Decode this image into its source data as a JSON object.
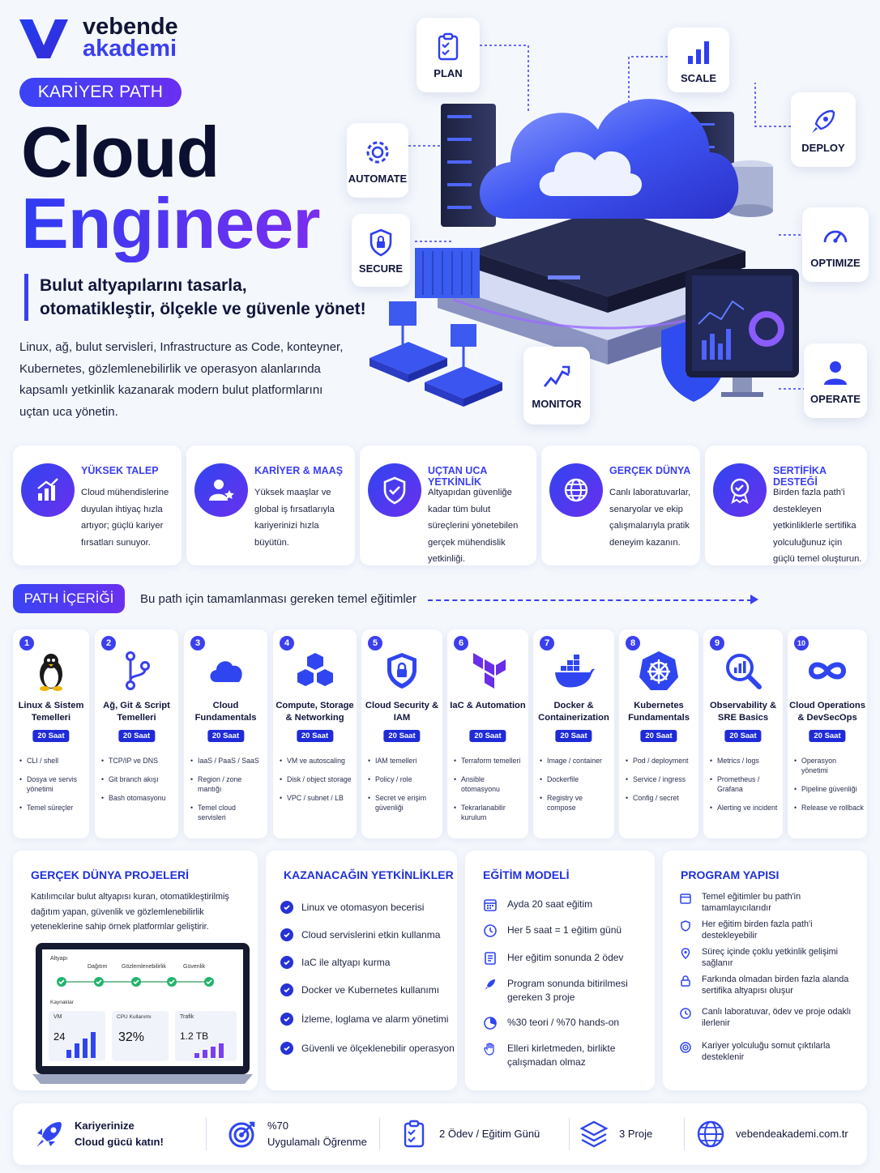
{
  "brand": {
    "line1": "vebende",
    "line2": "akademi"
  },
  "hero": {
    "pill": "KARİYER PATH",
    "title1": "Cloud",
    "title2": "Engineer",
    "tagline1": "Bulut altyapılarını tasarla,",
    "tagline2": "otomatikleştir, ölçekle ve güvenle yönet!",
    "intro": "Linux, ağ, bulut servisleri, Infrastructure as Code, konteyner, Kubernetes, gözlemlenebilirlik ve operasyon alanlarında kapsamlı yetkinlik kazanarak modern bulut platformlarını uçtan uca yönetin."
  },
  "illustration": {
    "tags": [
      "PLAN",
      "SCALE",
      "DEPLOY",
      "AUTOMATE",
      "OPTIMIZE",
      "SECURE",
      "MONITOR",
      "OPERATE"
    ]
  },
  "features": [
    {
      "title": "YÜKSEK TALEP",
      "text": "Cloud mühendislerine duyulan ihtiyaç hızla artıyor; güçlü kariyer fırsatları sunuyor.",
      "icon": "growth-chart-icon"
    },
    {
      "title": "KARİYER & MAAŞ",
      "text": "Yüksek maaşlar ve global iş fırsatlarıyla kariyerinizi hızla büyütün.",
      "icon": "user-star-icon"
    },
    {
      "title": "UÇTAN UCA YETKİNLİK",
      "text": "Altyapıdan güvenliğe kadar tüm bulut süreçlerini yönetebilen gerçek mühendislik yetkinliği.",
      "icon": "shield-check-icon"
    },
    {
      "title": "GERÇEK DÜNYA",
      "text": "Canlı laboratuvarlar, senaryolar ve ekip çalışmalarıyla pratik deneyim kazanın.",
      "icon": "globe-icon"
    },
    {
      "title": "SERTİFİKA DESTEĞİ",
      "text": "Birden fazla path'i destekleyen yetkinliklerle sertifika yolculuğunuz için güçlü temel oluşturun.",
      "icon": "badge-icon"
    }
  ],
  "path": {
    "pill": "PATH İÇERİĞİ",
    "subtitle": "Bu path için tamamlanması gereken temel eğitimler"
  },
  "courses": [
    {
      "num": "1",
      "name": "Linux & Sistem Temelleri",
      "hours": "20 Saat",
      "items": [
        "CLI / shell",
        "Dosya ve servis yönetimi",
        "Temel süreçler"
      ]
    },
    {
      "num": "2",
      "name": "Ağ, Git & Script Temelleri",
      "hours": "20 Saat",
      "items": [
        "TCP/IP ve DNS",
        "Git branch akışı",
        "Bash otomasyonu"
      ]
    },
    {
      "num": "3",
      "name": "Cloud Fundamentals",
      "hours": "20 Saat",
      "items": [
        "IaaS / PaaS / SaaS",
        "Region / zone mantığı",
        "Temel cloud servisleri"
      ]
    },
    {
      "num": "4",
      "name": "Compute, Storage & Networking",
      "hours": "20 Saat",
      "items": [
        "VM ve autoscaling",
        "Disk / object storage",
        "VPC / subnet / LB"
      ]
    },
    {
      "num": "5",
      "name": "Cloud Security & IAM",
      "hours": "20 Saat",
      "items": [
        "IAM temelleri",
        "Policy / role",
        "Secret ve erişim güvenliği"
      ]
    },
    {
      "num": "6",
      "name": "IaC & Automation",
      "hours": "20 Saat",
      "items": [
        "Terraform temelleri",
        "Ansible otomasyonu",
        "Tekrarlanabilir kurulum"
      ]
    },
    {
      "num": "7",
      "name": "Docker & Containerization",
      "hours": "20 Saat",
      "items": [
        "Image / container",
        "Dockerfile",
        "Registry ve compose"
      ]
    },
    {
      "num": "8",
      "name": "Kubernetes Fundamentals",
      "hours": "20 Saat",
      "items": [
        "Pod / deployment",
        "Service / ingress",
        "Config / secret"
      ]
    },
    {
      "num": "9",
      "name": "Observability & SRE Basics",
      "hours": "20 Saat",
      "items": [
        "Metrics / logs",
        "Prometheus / Grafana",
        "Alerting ve incident"
      ]
    },
    {
      "num": "10",
      "name": "Cloud Operations & DevSecOps",
      "hours": "20 Saat",
      "items": [
        "Operasyon yönetimi",
        "Pipeline güvenliği",
        "Release ve rollback"
      ]
    }
  ],
  "projects": {
    "title": "GERÇEK DÜNYA PROJELERİ",
    "text": "Katılımcılar bulut altyapısı kuran, otomatikleştirilmiş dağıtım yapan, güvenlik ve gözlemlenebilirlik yeteneklerine sahip örnek platformlar geliştirir.",
    "dash": {
      "pipeline_label": "Altyapı",
      "steps": [
        "Dağıtım",
        "Gözlemlenebilirlik",
        "Güvenlik"
      ],
      "resources_label": "Kaynaklar",
      "vm_label": "VM",
      "vm_value": "24",
      "cpu_label": "CPU Kullanımı",
      "cpu_value": "32%",
      "traffic_label": "Trafik",
      "traffic_value": "1.2 TB"
    }
  },
  "skills": {
    "title": "KAZANACAĞIN YETKİNLİKLER",
    "items": [
      "Linux ve otomasyon becerisi",
      "Cloud servislerini etkin kullanma",
      "IaC ile altyapı kurma",
      "Docker ve Kubernetes kullanımı",
      "İzleme, loglama ve alarm yönetimi",
      "Güvenli ve ölçeklenebilir operasyon"
    ]
  },
  "edu": {
    "title": "EĞİTİM MODELİ",
    "items": [
      {
        "text": "Ayda 20 saat eğitim",
        "icon": "calendar-icon"
      },
      {
        "text": "Her 5 saat = 1 eğitim günü",
        "icon": "clock-icon"
      },
      {
        "text": "Her eğitim sonunda 2 ödev",
        "icon": "document-icon"
      },
      {
        "text": "Program sonunda bitirilmesi gereken 3 proje",
        "icon": "rocket-icon"
      },
      {
        "text": "%30 teori / %70 hands-on",
        "icon": "pie-icon"
      },
      {
        "text": "Elleri kirletmeden, birlikte çalışmadan olmaz",
        "icon": "hand-icon"
      }
    ]
  },
  "program": {
    "title": "PROGRAM YAPISI",
    "items": [
      {
        "text": "Temel eğitimler bu path'in tamamlayıcılarıdır",
        "icon": "calendar-icon"
      },
      {
        "text": "Her eğitim birden fazla path'i destekleyebilir",
        "icon": "shield-icon"
      },
      {
        "text": "Süreç içinde çoklu yetkinlik gelişimi sağlanır",
        "icon": "pin-icon"
      },
      {
        "text": "Farkında olmadan birden fazla alanda sertifika altyapısı oluşur",
        "icon": "lock-icon"
      },
      {
        "text": "Canlı laboratuvar, ödev ve proje odaklı ilerlenir",
        "icon": "clock-icon"
      },
      {
        "text": "Kariyer yolculuğu somut çıktılarla desteklenir",
        "icon": "target-icon"
      }
    ]
  },
  "footer": {
    "cta1": "Kariyerinize",
    "cta2": "Cloud gücü katın!",
    "practice1": "%70",
    "practice2": "Uygulamalı Öğrenme",
    "homework": "2 Ödev / Eğitim Günü",
    "projects": "3 Proje",
    "website": "vebendeakademi.com.tr"
  },
  "colors": {
    "accent": "#3b3ff0",
    "accent2": "#6a30ee",
    "navy": "#10153a"
  }
}
